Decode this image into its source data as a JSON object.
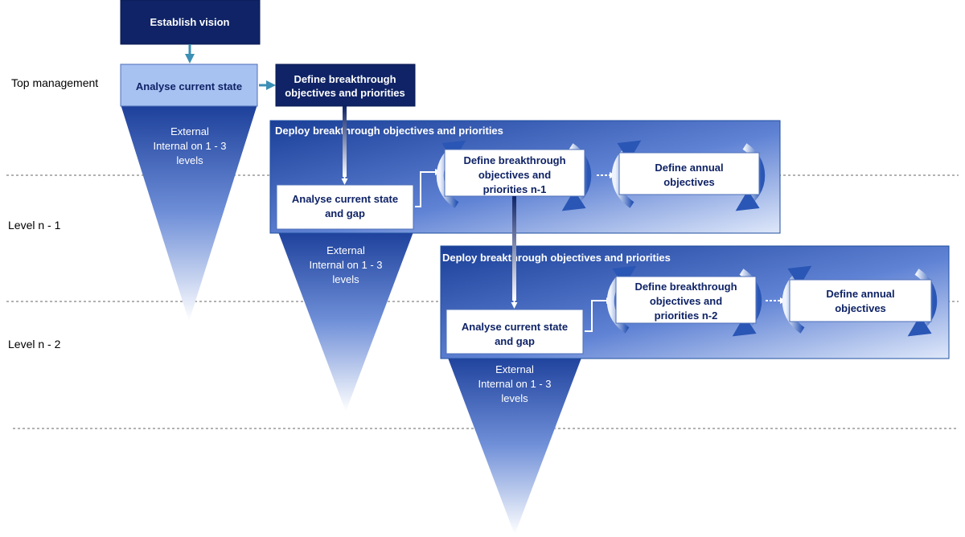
{
  "levels": {
    "top": "Top management",
    "n1": "Level n - 1",
    "n2": "Level n - 2"
  },
  "top": {
    "vision": "Establish vision",
    "analyse": "Analyse current state",
    "define": [
      "Define breakthrough",
      "objectives and priorities"
    ],
    "triangle": [
      "External",
      "Internal on 1 - 3",
      "levels"
    ]
  },
  "level1": {
    "deploy": "Deploy breakthrough objectives and priorities",
    "analyse": [
      "Analyse current state",
      "and gap"
    ],
    "define": [
      "Define breakthrough",
      "objectives and",
      "priorities n-1"
    ],
    "annual": [
      "Define annual",
      "objectives"
    ],
    "triangle": [
      "External",
      "Internal on 1 - 3",
      "levels"
    ]
  },
  "level2": {
    "deploy": "Deploy breakthrough objectives and priorities",
    "analyse": [
      "Analyse current state",
      "and gap"
    ],
    "define": [
      "Define breakthrough",
      "objectives and",
      "priorities n-2"
    ],
    "annual": [
      "Define annual",
      "objectives"
    ],
    "triangle": [
      "External",
      "Internal on 1 - 3",
      "levels"
    ]
  },
  "colors": {
    "navy": "#0f2366",
    "light_blue": "#a7c1f1",
    "teal_arrow": "#3c8fb5",
    "panel_border": "#1f4f9f"
  }
}
